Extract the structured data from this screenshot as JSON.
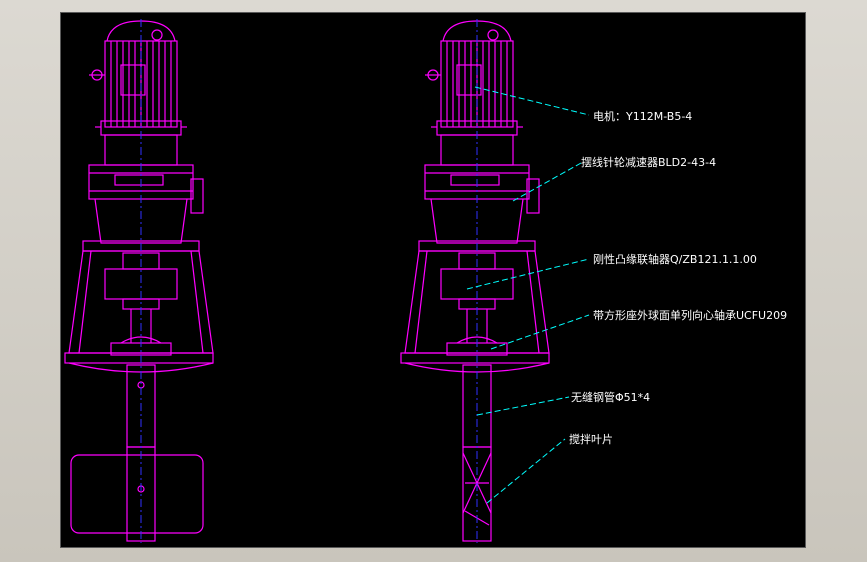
{
  "drawing": {
    "background": "#000000",
    "line_color": "#ff00ff",
    "leader_color": "#00ffff",
    "label_color": "#ffffff",
    "axis_color": "#0000ff"
  },
  "labels": {
    "motor": "电机：Y112M-B5-4",
    "reducer": "摆线针轮减速器BLD2-43-4",
    "coupling": "刚性凸缘联轴器Q/ZB121.1.1.00",
    "bearing": "带方形座外球面单列向心轴承UCFU209",
    "pipe": "无缝钢管Φ51*4",
    "blade": "搅拌叶片"
  }
}
